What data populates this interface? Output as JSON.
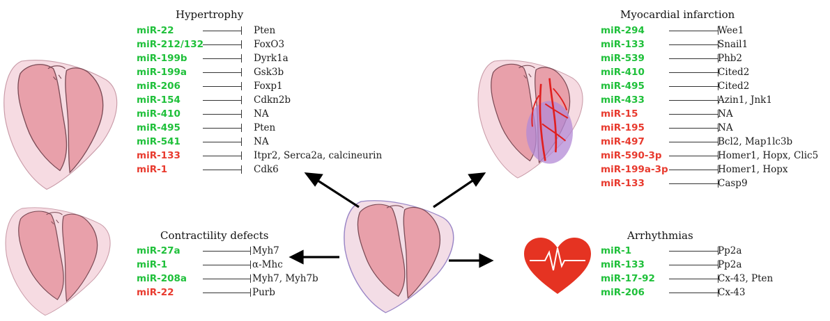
{
  "panels": {
    "hypertrophy": {
      "title": "Hypertrophy",
      "rows": [
        {
          "mir": "miR-22",
          "target": "Pten",
          "color": "green"
        },
        {
          "mir": "miR-212/132",
          "target": "FoxO3",
          "color": "green"
        },
        {
          "mir": "miR-199b",
          "target": "Dyrk1a",
          "color": "green"
        },
        {
          "mir": "miR-199a",
          "target": "Gsk3b",
          "color": "green"
        },
        {
          "mir": "miR-206",
          "target": "Foxp1",
          "color": "green"
        },
        {
          "mir": "miR-154",
          "target": "Cdkn2b",
          "color": "green"
        },
        {
          "mir": "miR-410",
          "target": "NA",
          "color": "green"
        },
        {
          "mir": "miR-495",
          "target": "Pten",
          "color": "green"
        },
        {
          "mir": "miR-541",
          "target": "NA",
          "color": "green"
        },
        {
          "mir": "miR-133",
          "target": "Itpr2, Serca2a, calcineurin",
          "color": "red"
        },
        {
          "mir": "miR-1",
          "target": "Cdk6",
          "color": "red"
        }
      ]
    },
    "myocardial_infarction": {
      "title": "Myocardial infarction",
      "rows": [
        {
          "mir": "miR-294",
          "target": "Wee1",
          "color": "green"
        },
        {
          "mir": "miR-133",
          "target": "Snail1",
          "color": "green"
        },
        {
          "mir": "miR-539",
          "target": "Phb2",
          "color": "green"
        },
        {
          "mir": "miR-410",
          "target": "Cited2",
          "color": "green"
        },
        {
          "mir": "miR-495",
          "target": "Cited2",
          "color": "green"
        },
        {
          "mir": "miR-433",
          "target": "Azin1, Jnk1",
          "color": "green"
        },
        {
          "mir": "miR-15",
          "target": "NA",
          "color": "red"
        },
        {
          "mir": "miR-195",
          "target": "NA",
          "color": "red"
        },
        {
          "mir": "miR-497",
          "target": "Bcl2, Map1lc3b",
          "color": "red"
        },
        {
          "mir": "miR-590-3p",
          "target": "Homer1, Hopx, Clic5",
          "color": "red"
        },
        {
          "mir": "miR-199a-3p",
          "target": "Homer1, Hopx",
          "color": "red"
        },
        {
          "mir": "miR-133",
          "target": "Casp9",
          "color": "red"
        }
      ]
    },
    "contractility": {
      "title": "Contractility defects",
      "rows": [
        {
          "mir": "miR-27a",
          "target": "Myh7",
          "color": "green"
        },
        {
          "mir": "miR-1",
          "target": "α-Mhc",
          "color": "green"
        },
        {
          "mir": "miR-208a",
          "target": "Myh7, Myh7b",
          "color": "green"
        },
        {
          "mir": "miR-22",
          "target": "Purb",
          "color": "red"
        }
      ]
    },
    "arrhythmias": {
      "title": "Arrhythmias",
      "rows": [
        {
          "mir": "miR-1",
          "target": "Pp2a",
          "color": "green"
        },
        {
          "mir": "miR-133",
          "target": "Pp2a",
          "color": "green"
        },
        {
          "mir": "miR-17-92",
          "target": "Cx-43, Pten",
          "color": "green"
        },
        {
          "mir": "miR-206",
          "target": "Cx-43",
          "color": "green"
        }
      ]
    }
  },
  "colors": {
    "green": "#1fc03a",
    "red": "#e83a2e",
    "heart_fill": "#e8a0aa",
    "heart_outline": "#7a4a55",
    "pericardium": "#f6dbe2",
    "infarct": "#b38ad6",
    "vessel": "#e01f1f",
    "heart_icon": "#e53322"
  },
  "icons": [
    "heart-section",
    "heart-rate-icon",
    "arrow"
  ]
}
